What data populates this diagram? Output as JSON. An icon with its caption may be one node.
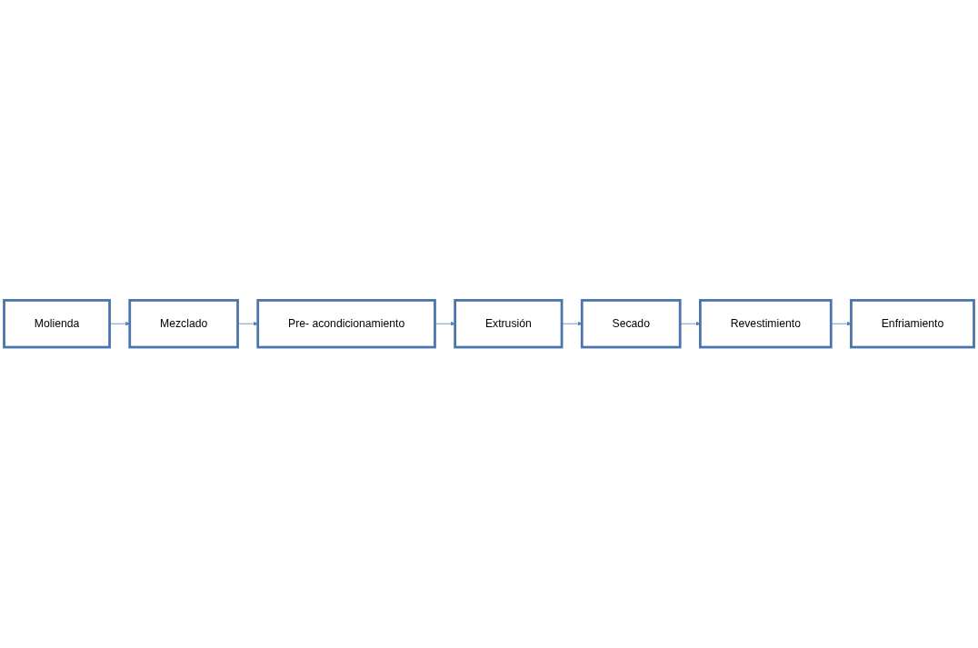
{
  "diagram": {
    "nodes": [
      {
        "text": [
          "Molienda"
        ]
      },
      {
        "text": [
          "Mezclado"
        ]
      },
      {
        "text": [
          "Pre- acondicionamiento"
        ]
      },
      {
        "text": [
          "Extrusión"
        ]
      },
      {
        "text": [
          "Secado"
        ]
      },
      {
        "text": [
          "Revestimiento"
        ]
      },
      {
        "text": [
          "Enfriamiento"
        ]
      }
    ],
    "edges": [
      {
        "from": 0,
        "to": 1,
        "arrow": "to"
      },
      {
        "from": 1,
        "to": 2,
        "arrow": "to"
      },
      {
        "from": 2,
        "to": 3,
        "arrow": "to"
      },
      {
        "from": 3,
        "to": 4,
        "arrow": "to"
      },
      {
        "from": 4,
        "to": 5,
        "arrow": "to"
      },
      {
        "from": 5,
        "to": 6,
        "arrow": "to"
      }
    ]
  }
}
